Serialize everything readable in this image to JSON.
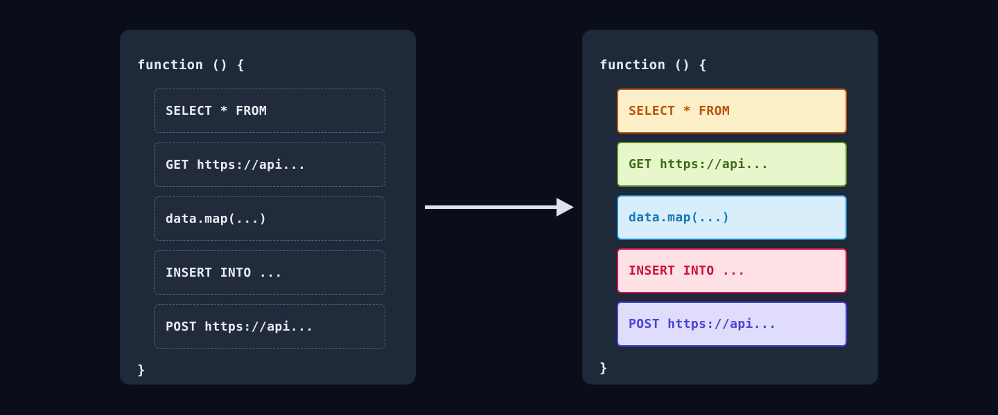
{
  "theme": {
    "page_background": "#0a0e1a",
    "panel_background": "#1e2939",
    "panel_text": "#e8ecf4",
    "dashed_border": "#59657a",
    "dashed_fill": "#212b3b",
    "arrow_color": "#dde3f0"
  },
  "arrow": {
    "icon": "arrow-right-icon",
    "direction": "right"
  },
  "left_panel": {
    "name": "plain-code-panel",
    "header": "function () {",
    "footer": "}",
    "lines": [
      {
        "text": "SELECT * FROM"
      },
      {
        "text": "GET https://api..."
      },
      {
        "text": "data.map(...)"
      },
      {
        "text": "INSERT INTO ..."
      },
      {
        "text": "POST https://api..."
      }
    ]
  },
  "right_panel": {
    "name": "highlighted-code-panel",
    "header": "function () {",
    "footer": "}",
    "lines": [
      {
        "text": "SELECT * FROM",
        "kind": "sql-select",
        "background": "#fdefc8",
        "border": "#c2590f",
        "color": "#b8530d"
      },
      {
        "text": "GET https://api...",
        "kind": "http-get",
        "background": "#e7f7cb",
        "border": "#5d8b23",
        "color": "#3f6b18"
      },
      {
        "text": "data.map(...)",
        "kind": "js-map",
        "background": "#d9eefb",
        "border": "#1a80bf",
        "color": "#1579b8"
      },
      {
        "text": "INSERT INTO ...",
        "kind": "sql-insert",
        "background": "#fde1e4",
        "border": "#d31944",
        "color": "#cc0f3c"
      },
      {
        "text": "POST https://api...",
        "kind": "http-post",
        "background": "#dfddfb",
        "border": "#4b42d6",
        "color": "#4a41d4"
      }
    ]
  }
}
